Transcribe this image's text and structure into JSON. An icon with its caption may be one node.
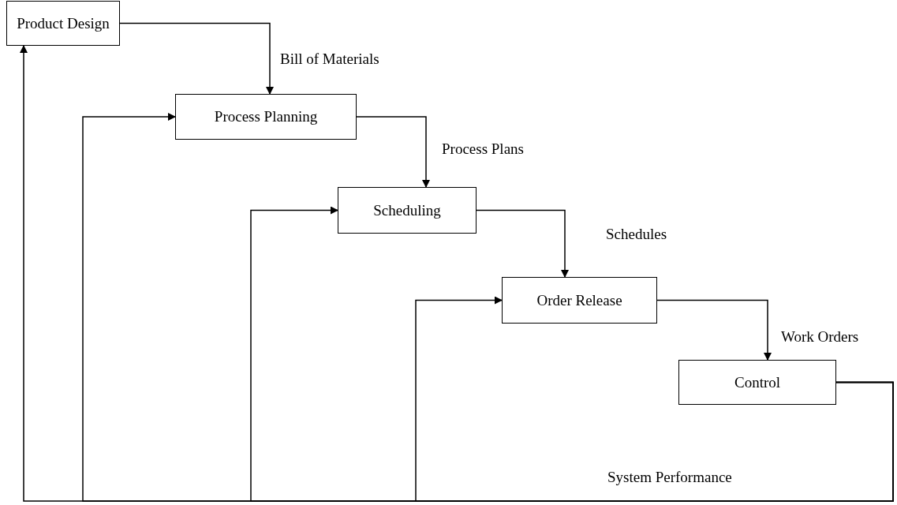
{
  "diagram": {
    "nodes": [
      {
        "text": [
          "Product Design"
        ]
      },
      {
        "text": [
          "Process Planning"
        ]
      },
      {
        "text": [
          "Scheduling"
        ]
      },
      {
        "text": [
          "Order Release"
        ]
      },
      {
        "text": [
          "Control"
        ]
      }
    ],
    "edges": [
      {
        "from": 0,
        "to": 1,
        "arrow": "to",
        "label": "Bill of Materials"
      },
      {
        "from": 1,
        "to": 2,
        "arrow": "to",
        "label": "Process Plans"
      },
      {
        "from": 2,
        "to": 3,
        "arrow": "to",
        "label": "Schedules"
      },
      {
        "from": 3,
        "to": 4,
        "arrow": "to",
        "label": "Work Orders"
      },
      {
        "from": 4,
        "to": 0,
        "arrow": "to",
        "label": "System Performance"
      },
      {
        "from": 4,
        "to": 1,
        "arrow": "to"
      },
      {
        "from": 4,
        "to": 2,
        "arrow": "to"
      },
      {
        "from": 4,
        "to": 3,
        "arrow": "to"
      }
    ]
  }
}
